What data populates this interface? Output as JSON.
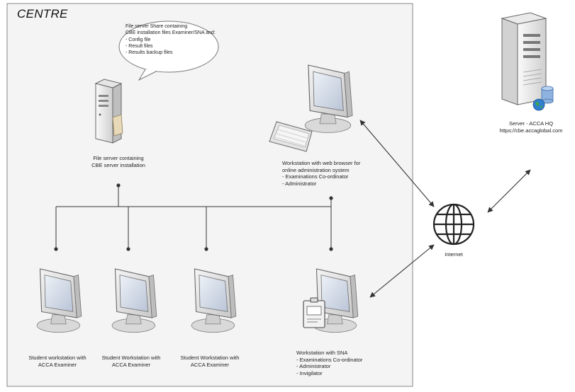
{
  "centre": {
    "title": "CENTRE"
  },
  "bubble": {
    "lines": [
      "File server Share containing",
      "CBE installation files Examiner/SNA and:",
      "- Config file",
      "- Result files",
      "- Results backup files"
    ]
  },
  "file_server": {
    "lines": [
      "File server containing",
      "CBE server installation"
    ]
  },
  "web_workstation": {
    "lines": [
      "Workstation with web browser for",
      "online administration system",
      "- Examinations Co-ordinator",
      "- Administrator"
    ]
  },
  "hq_server": {
    "lines": [
      "Server - ACCA HQ",
      "https://cbe.accaglobal.com"
    ]
  },
  "internet": {
    "label": "Internet"
  },
  "students": [
    {
      "lines": [
        "Student workstation with",
        "ACCA Examiner"
      ]
    },
    {
      "lines": [
        "Student Workstation with",
        "ACCA Examiner"
      ]
    },
    {
      "lines": [
        "Student Workstation with",
        "ACCA Examiner"
      ]
    }
  ],
  "sna_workstation": {
    "lines": [
      "Workstation with SNA",
      "- Examinations Co-ordinator",
      "- Administrator",
      "- Invigilator"
    ]
  },
  "colors": {
    "line": "#333333",
    "border": "#9a9a9a",
    "monitor": "#e6e6e6",
    "screen": "#cfd8e6"
  },
  "icons": [
    "file-server-icon",
    "monitor-icon",
    "keyboard-icon",
    "globe-icon",
    "hq-server-icon",
    "database-icon",
    "sna-badge-icon"
  ]
}
